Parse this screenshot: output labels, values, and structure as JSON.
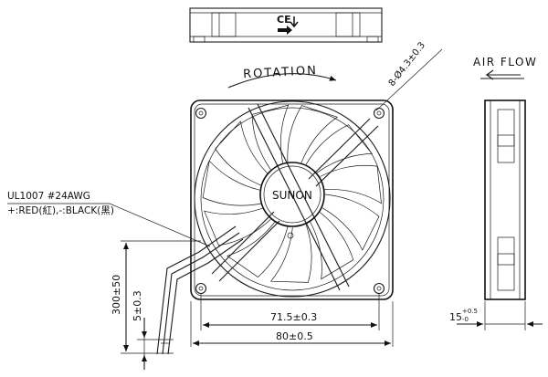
{
  "brand": "SUNON",
  "rotation_label": "ROTATION",
  "airflow_label": "AIR FLOW",
  "hole_note": "8-Ø4.3±0.3",
  "wire_spec": "UL1007 #24AWG",
  "wire_colors": "+:RED(紅),-:BLACK(黑)",
  "ce_mark": "CE",
  "dimensions": {
    "hole_spacing": "71.5±0.3",
    "overall_width": "80±0.5",
    "thickness_base": "15",
    "thickness_tol_upper": "+0.5",
    "thickness_tol_lower": "-0",
    "lead_length": "300±50",
    "strip_length": "5±0.3"
  },
  "colors": {
    "line": "#1a1a1a",
    "background": "#ffffff"
  }
}
